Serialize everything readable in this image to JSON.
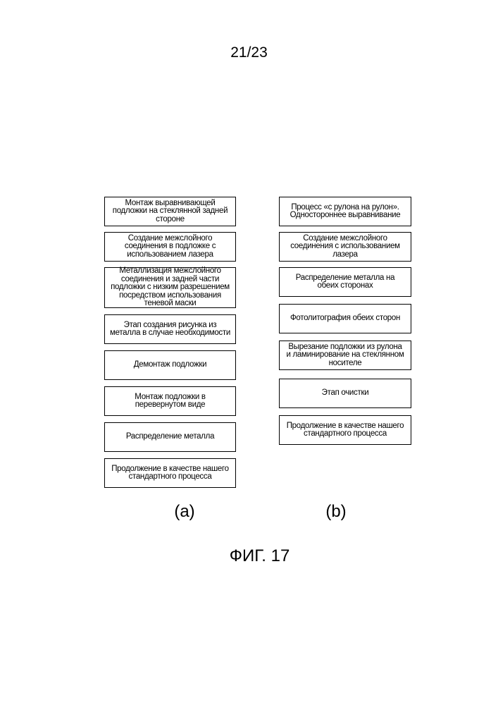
{
  "page_number": "21/23",
  "column_a": {
    "label": "(a)",
    "steps": [
      "Монтаж выравнивающей\nподложки на стеклянной задней\nстороне",
      "Создание межслойного\nсоединения в подложке с\nиспользованием лазера",
      "Металлизация межслойного\nсоединения и задней части\nподложки с низким разрешением\nпосредством использования\nтеневой маски",
      "Этап создания рисунка из\nметалла в случае необходимости",
      "Демонтаж подложки",
      "Монтаж подложки в\nперевернутом виде",
      "Распределение металла",
      "Продолжение в качестве нашего\nстандартного процесса"
    ]
  },
  "column_b": {
    "label": "(b)",
    "steps": [
      "Процесс «с рулона на рулон».\nОдностороннее выравнивание",
      "Создание межслойного\nсоединения с использованием\nлазера",
      "Распределение металла на\nобеих сторонах",
      "Фотолитография обеих сторон",
      "Вырезание подложки из рулона\nи ламинирование на стеклянном\nносителе",
      "Этап очистки",
      "Продолжение в качестве нашего\nстандартного процесса"
    ]
  },
  "figure_caption": "ФИГ. 17"
}
